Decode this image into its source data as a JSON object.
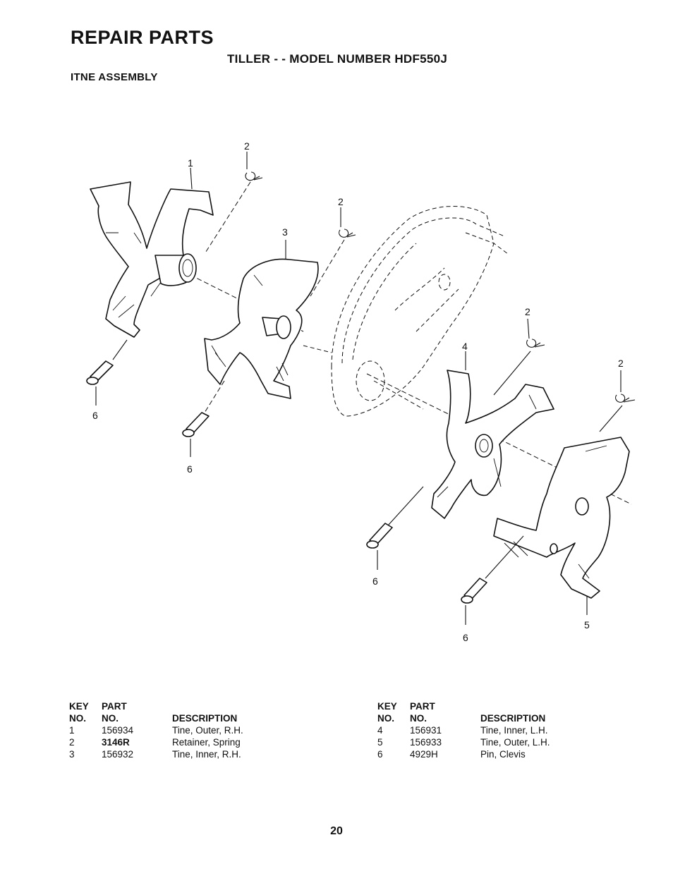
{
  "header": {
    "title": "REPAIR PARTS",
    "subtitle": "TILLER - - MODEL NUMBER HDF550J",
    "section": "ITNE ASSEMBLY"
  },
  "diagram": {
    "callouts": [
      "1",
      "2",
      "2",
      "3",
      "2",
      "4",
      "2",
      "6",
      "6",
      "6",
      "6",
      "5"
    ]
  },
  "table": {
    "headers": {
      "key_line1": "KEY",
      "key_line2": "NO.",
      "part_line1": "PART",
      "part_line2": "NO.",
      "description": "DESCRIPTION"
    },
    "left_rows": [
      {
        "key": "1",
        "part": "156934",
        "description": "Tine, Outer, R.H."
      },
      {
        "key": "2",
        "part": "3146R",
        "description": "Retainer, Spring"
      },
      {
        "key": "3",
        "part": "156932",
        "description": "Tine, Inner, R.H."
      }
    ],
    "right_rows": [
      {
        "key": "4",
        "part": "156931",
        "description": "Tine, Inner,  L.H."
      },
      {
        "key": "5",
        "part": "156933",
        "description": "Tine, Outer, L.H."
      },
      {
        "key": "6",
        "part": "4929H",
        "description": "Pin, Clevis"
      }
    ]
  },
  "footer": {
    "page_number": "20"
  }
}
